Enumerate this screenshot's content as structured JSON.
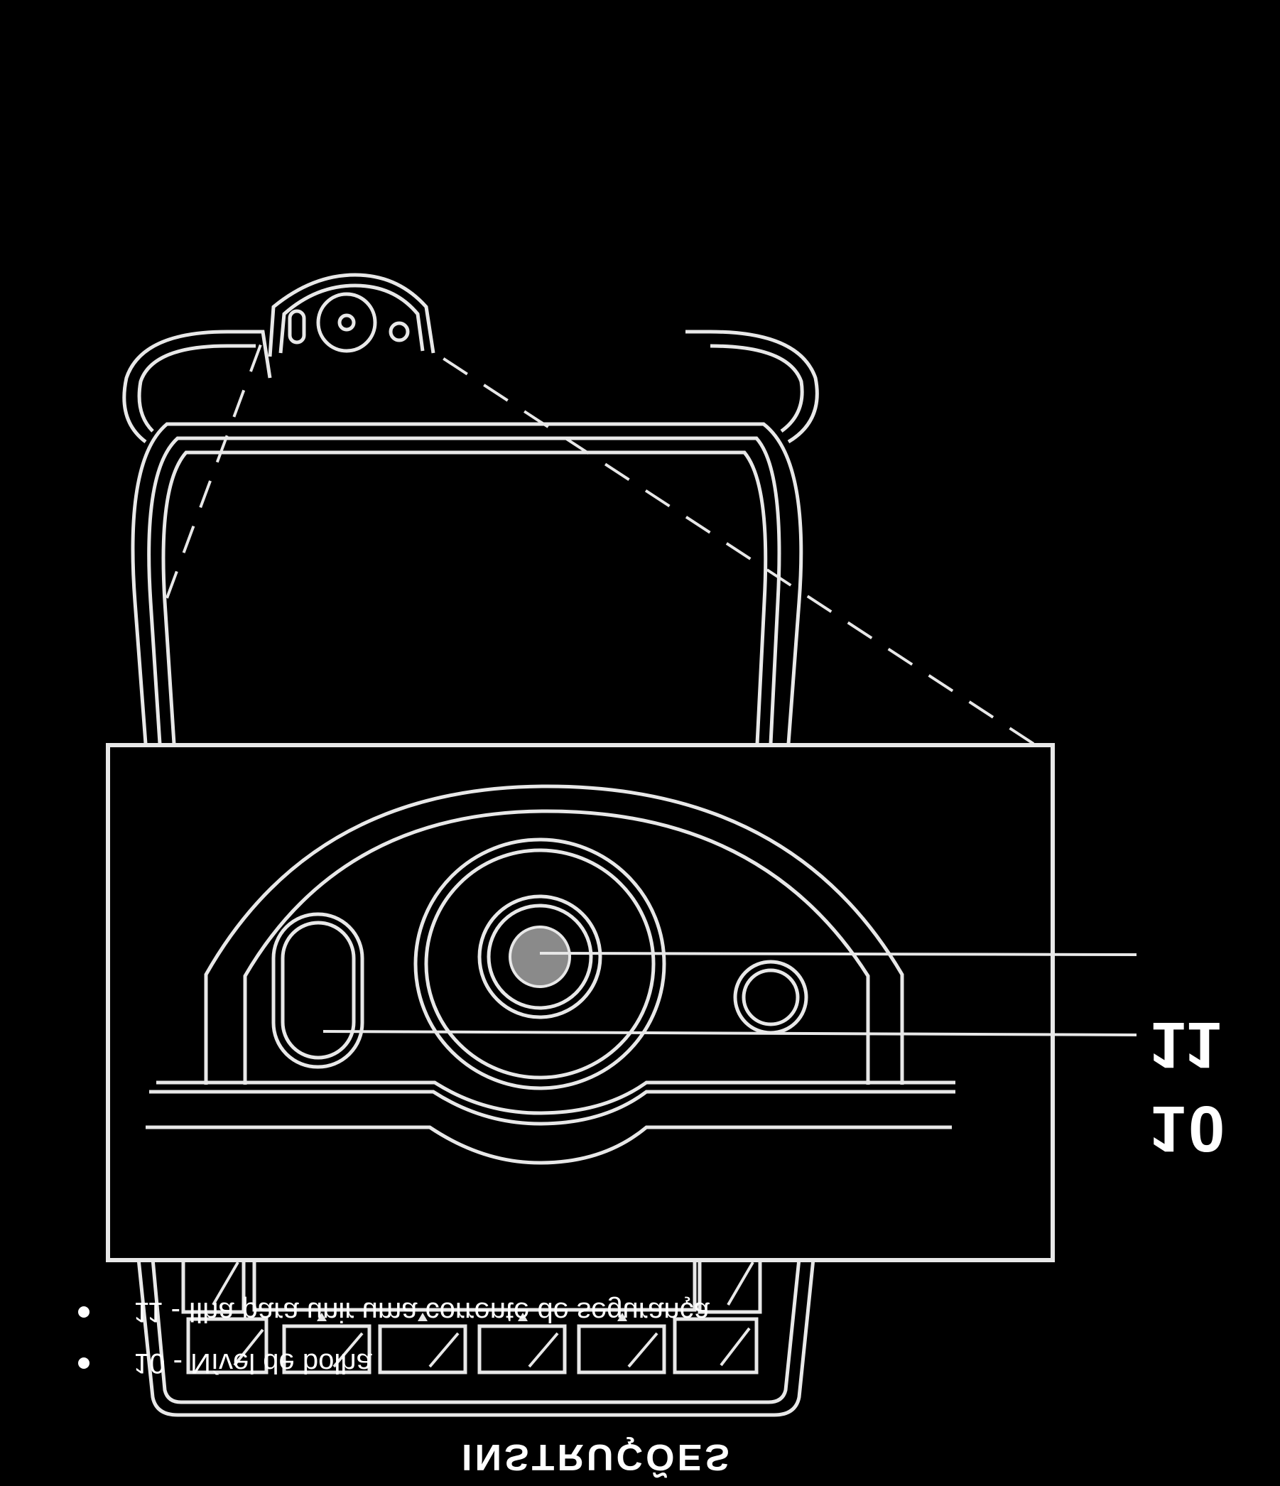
{
  "colors": {
    "background": "#000000",
    "line": "#e8e8e8",
    "bubble": "#8a8a8a"
  },
  "callouts": {
    "eye": "11",
    "bubble_level": "10"
  },
  "legend": {
    "items": [
      {
        "number": "11",
        "text": "11 - Ilha para unir uma corrente de segurança"
      },
      {
        "number": "10",
        "text": "10 -  Nível de bolha"
      }
    ]
  },
  "heading": "INSTRUÇÕES"
}
